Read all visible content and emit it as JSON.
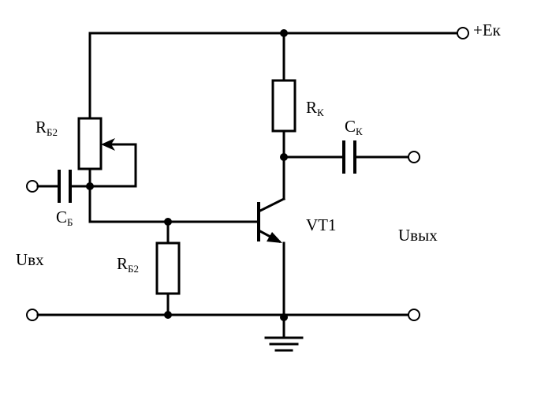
{
  "labels": {
    "supply": "+Ек",
    "rk": {
      "main": "R",
      "sub": "К"
    },
    "ck": {
      "main": "C",
      "sub": "К"
    },
    "rb2_top": {
      "main": "R",
      "sub": "Б2"
    },
    "rb2_bottom": {
      "main": "R",
      "sub": "Б2"
    },
    "cb": {
      "main": "C",
      "sub": "Б"
    },
    "transistor": "VT1",
    "u_in": "Uвх",
    "u_out": "Uвых"
  }
}
